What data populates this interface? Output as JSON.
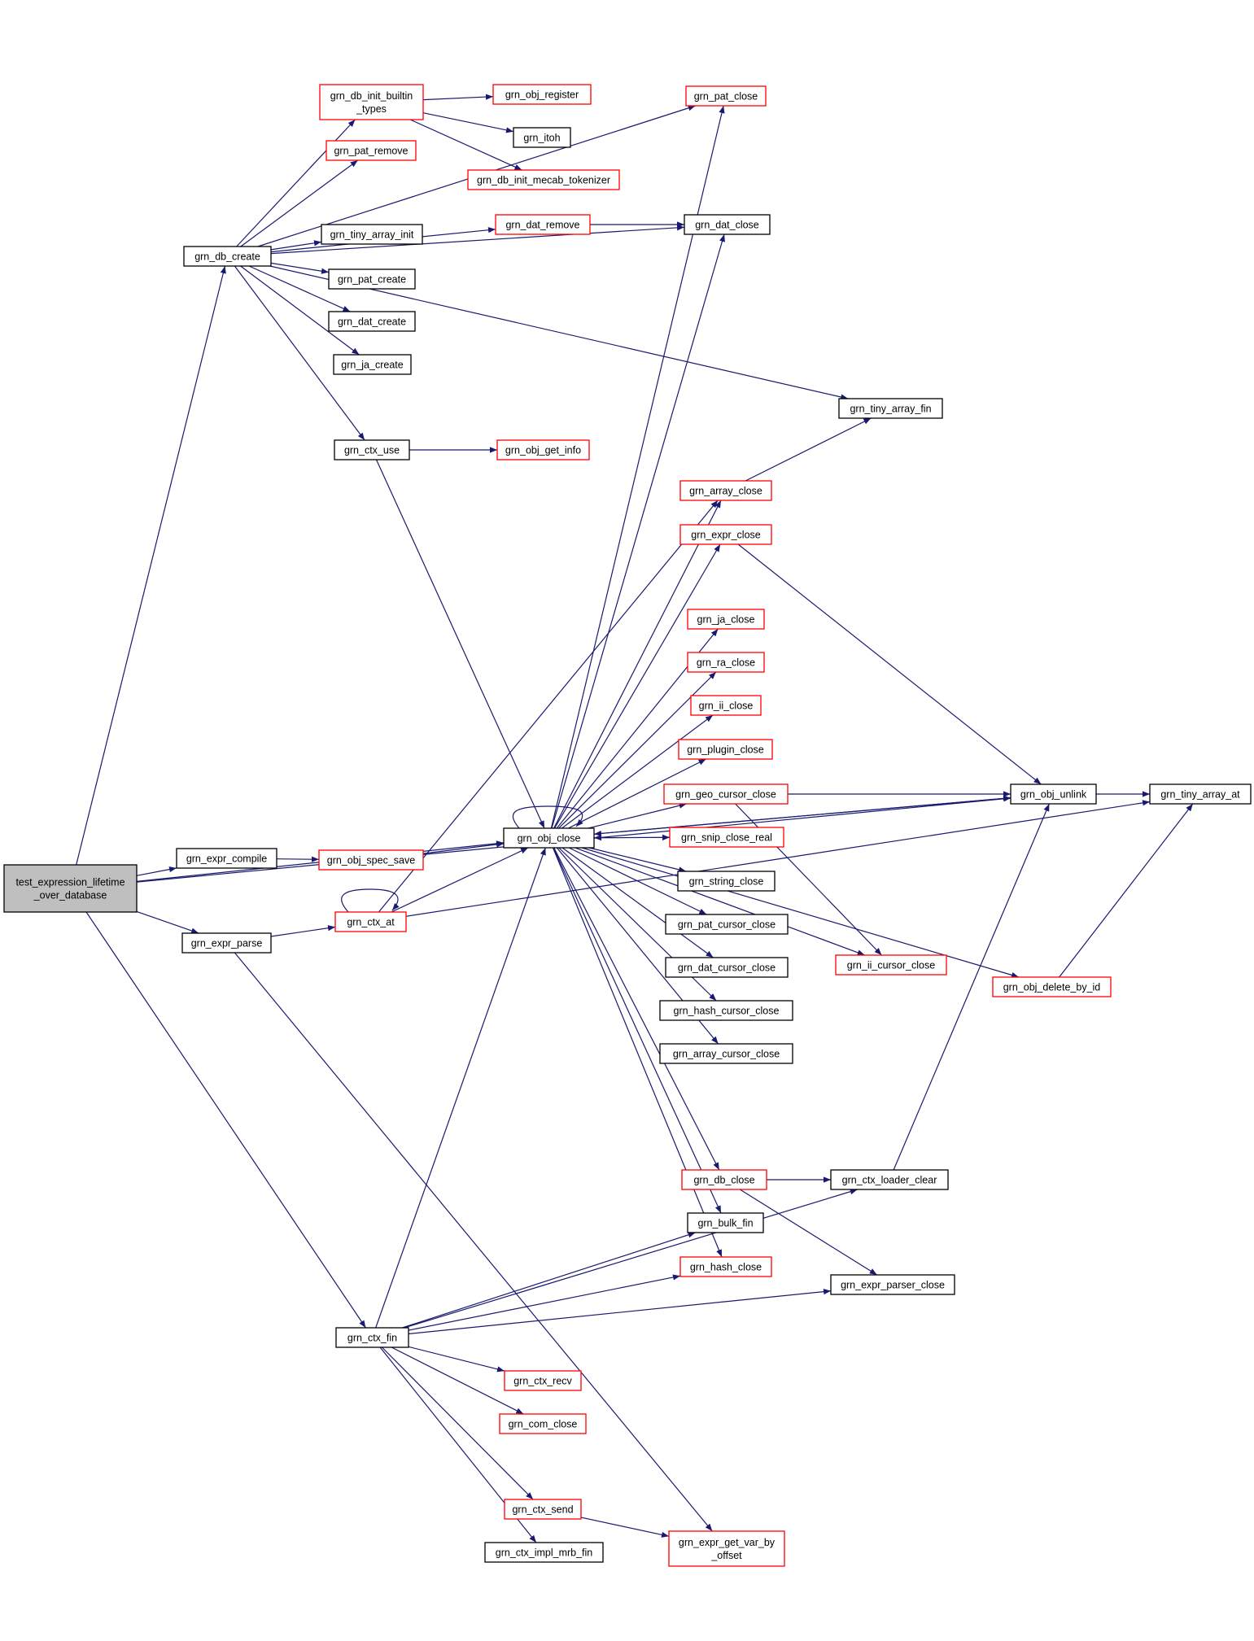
{
  "colors": {
    "edge": "#191970",
    "normal_border": "#000000",
    "truncated_border": "#ff0000",
    "root_fill": "#bfbfbf",
    "node_fill": "#ffffff"
  },
  "nodes": {
    "root": {
      "lines": [
        "test_expression_lifetime",
        "_over_database"
      ],
      "style": "root"
    },
    "db_create": {
      "lines": [
        "grn_db_create"
      ],
      "style": "normal"
    },
    "db_init_builtin": {
      "lines": [
        "grn_db_init_builtin",
        "_types"
      ],
      "style": "truncated"
    },
    "obj_register": {
      "lines": [
        "grn_obj_register"
      ],
      "style": "truncated"
    },
    "itoh": {
      "lines": [
        "grn_itoh"
      ],
      "style": "normal"
    },
    "mecab": {
      "lines": [
        "grn_db_init_mecab_tokenizer"
      ],
      "style": "truncated"
    },
    "pat_remove": {
      "lines": [
        "grn_pat_remove"
      ],
      "style": "truncated"
    },
    "pat_close": {
      "lines": [
        "grn_pat_close"
      ],
      "style": "truncated"
    },
    "dat_remove": {
      "lines": [
        "grn_dat_remove"
      ],
      "style": "truncated"
    },
    "dat_close": {
      "lines": [
        "grn_dat_close"
      ],
      "style": "normal"
    },
    "tiny_array_init": {
      "lines": [
        "grn_tiny_array_init"
      ],
      "style": "normal"
    },
    "pat_create": {
      "lines": [
        "grn_pat_create"
      ],
      "style": "normal"
    },
    "dat_create": {
      "lines": [
        "grn_dat_create"
      ],
      "style": "normal"
    },
    "ja_create": {
      "lines": [
        "grn_ja_create"
      ],
      "style": "normal"
    },
    "tiny_array_fin": {
      "lines": [
        "grn_tiny_array_fin"
      ],
      "style": "normal"
    },
    "ctx_use": {
      "lines": [
        "grn_ctx_use"
      ],
      "style": "normal"
    },
    "obj_get_info": {
      "lines": [
        "grn_obj_get_info"
      ],
      "style": "truncated"
    },
    "array_close": {
      "lines": [
        "grn_array_close"
      ],
      "style": "truncated"
    },
    "expr_close": {
      "lines": [
        "grn_expr_close"
      ],
      "style": "truncated"
    },
    "ja_close": {
      "lines": [
        "grn_ja_close"
      ],
      "style": "truncated"
    },
    "ra_close": {
      "lines": [
        "grn_ra_close"
      ],
      "style": "truncated"
    },
    "ii_close": {
      "lines": [
        "grn_ii_close"
      ],
      "style": "truncated"
    },
    "plugin_close": {
      "lines": [
        "grn_plugin_close"
      ],
      "style": "truncated"
    },
    "geo_cursor_close": {
      "lines": [
        "grn_geo_cursor_close"
      ],
      "style": "truncated"
    },
    "obj_unlink": {
      "lines": [
        "grn_obj_unlink"
      ],
      "style": "normal"
    },
    "tiny_array_at": {
      "lines": [
        "grn_tiny_array_at"
      ],
      "style": "normal"
    },
    "obj_close": {
      "lines": [
        "grn_obj_close"
      ],
      "style": "normal"
    },
    "snip_close_real": {
      "lines": [
        "grn_snip_close_real"
      ],
      "style": "truncated"
    },
    "expr_compile": {
      "lines": [
        "grn_expr_compile"
      ],
      "style": "normal"
    },
    "obj_spec_save": {
      "lines": [
        "grn_obj_spec_save"
      ],
      "style": "truncated"
    },
    "string_close": {
      "lines": [
        "grn_string_close"
      ],
      "style": "normal"
    },
    "ctx_at": {
      "lines": [
        "grn_ctx_at"
      ],
      "style": "truncated"
    },
    "pat_cursor_close": {
      "lines": [
        "grn_pat_cursor_close"
      ],
      "style": "normal"
    },
    "expr_parse": {
      "lines": [
        "grn_expr_parse"
      ],
      "style": "normal"
    },
    "dat_cursor_close": {
      "lines": [
        "grn_dat_cursor_close"
      ],
      "style": "normal"
    },
    "ii_cursor_close": {
      "lines": [
        "grn_ii_cursor_close"
      ],
      "style": "truncated"
    },
    "obj_delete_by_id": {
      "lines": [
        "grn_obj_delete_by_id"
      ],
      "style": "truncated"
    },
    "hash_cursor_close": {
      "lines": [
        "grn_hash_cursor_close"
      ],
      "style": "normal"
    },
    "array_cursor_close": {
      "lines": [
        "grn_array_cursor_close"
      ],
      "style": "normal"
    },
    "db_close": {
      "lines": [
        "grn_db_close"
      ],
      "style": "truncated"
    },
    "ctx_loader_clear": {
      "lines": [
        "grn_ctx_loader_clear"
      ],
      "style": "normal"
    },
    "bulk_fin": {
      "lines": [
        "grn_bulk_fin"
      ],
      "style": "normal"
    },
    "hash_close": {
      "lines": [
        "grn_hash_close"
      ],
      "style": "truncated"
    },
    "expr_parser_close": {
      "lines": [
        "grn_expr_parser_close"
      ],
      "style": "normal"
    },
    "ctx_fin": {
      "lines": [
        "grn_ctx_fin"
      ],
      "style": "normal"
    },
    "ctx_recv": {
      "lines": [
        "grn_ctx_recv"
      ],
      "style": "truncated"
    },
    "com_close": {
      "lines": [
        "grn_com_close"
      ],
      "style": "truncated"
    },
    "ctx_send": {
      "lines": [
        "grn_ctx_send"
      ],
      "style": "truncated"
    },
    "expr_get_var": {
      "lines": [
        "grn_expr_get_var_by",
        "_offset"
      ],
      "style": "truncated"
    },
    "ctx_impl_mrb_fin": {
      "lines": [
        "grn_ctx_impl_mrb_fin"
      ],
      "style": "normal"
    }
  },
  "edges": [
    [
      "root",
      "db_create"
    ],
    [
      "root",
      "obj_close"
    ],
    [
      "root",
      "expr_compile"
    ],
    [
      "root",
      "expr_parse"
    ],
    [
      "root",
      "ctx_fin"
    ],
    [
      "root",
      "obj_unlink"
    ],
    [
      "db_create",
      "db_init_builtin"
    ],
    [
      "db_create",
      "pat_remove"
    ],
    [
      "db_create",
      "pat_close"
    ],
    [
      "db_create",
      "dat_close"
    ],
    [
      "db_create",
      "dat_remove"
    ],
    [
      "db_create",
      "tiny_array_init"
    ],
    [
      "db_create",
      "pat_create"
    ],
    [
      "db_create",
      "dat_create"
    ],
    [
      "db_create",
      "ja_create"
    ],
    [
      "db_create",
      "tiny_array_fin"
    ],
    [
      "db_create",
      "ctx_use"
    ],
    [
      "db_init_builtin",
      "obj_register"
    ],
    [
      "db_init_builtin",
      "itoh"
    ],
    [
      "db_init_builtin",
      "mecab"
    ],
    [
      "dat_remove",
      "dat_close"
    ],
    [
      "ctx_use",
      "obj_get_info"
    ],
    [
      "ctx_use",
      "obj_close"
    ],
    [
      "expr_compile",
      "obj_spec_save"
    ],
    [
      "obj_spec_save",
      "obj_close"
    ],
    [
      "expr_parse",
      "ctx_at"
    ],
    [
      "expr_parse",
      "expr_get_var"
    ],
    [
      "ctx_at",
      "ctx_at"
    ],
    [
      "ctx_at",
      "obj_close"
    ],
    [
      "ctx_at",
      "array_close"
    ],
    [
      "ctx_at",
      "tiny_array_at"
    ],
    [
      "obj_close",
      "obj_close"
    ],
    [
      "obj_close",
      "pat_close"
    ],
    [
      "obj_close",
      "dat_close"
    ],
    [
      "obj_close",
      "array_close"
    ],
    [
      "obj_close",
      "expr_close"
    ],
    [
      "obj_close",
      "ja_close"
    ],
    [
      "obj_close",
      "ra_close"
    ],
    [
      "obj_close",
      "ii_close"
    ],
    [
      "obj_close",
      "plugin_close"
    ],
    [
      "obj_close",
      "geo_cursor_close"
    ],
    [
      "obj_close",
      "snip_close_real"
    ],
    [
      "obj_close",
      "string_close"
    ],
    [
      "obj_close",
      "pat_cursor_close"
    ],
    [
      "obj_close",
      "dat_cursor_close"
    ],
    [
      "obj_close",
      "hash_cursor_close"
    ],
    [
      "obj_close",
      "array_cursor_close"
    ],
    [
      "obj_close",
      "ii_cursor_close"
    ],
    [
      "obj_close",
      "obj_delete_by_id"
    ],
    [
      "obj_close",
      "db_close"
    ],
    [
      "obj_close",
      "bulk_fin"
    ],
    [
      "obj_close",
      "hash_close"
    ],
    [
      "obj_close",
      "obj_unlink"
    ],
    [
      "array_close",
      "tiny_array_fin"
    ],
    [
      "expr_close",
      "obj_unlink"
    ],
    [
      "geo_cursor_close",
      "obj_unlink"
    ],
    [
      "geo_cursor_close",
      "ii_cursor_close"
    ],
    [
      "snip_close_real",
      "obj_close"
    ],
    [
      "obj_unlink",
      "tiny_array_at"
    ],
    [
      "obj_unlink",
      "obj_close"
    ],
    [
      "obj_delete_by_id",
      "tiny_array_at"
    ],
    [
      "db_close",
      "ctx_loader_clear"
    ],
    [
      "db_close",
      "expr_parser_close"
    ],
    [
      "ctx_loader_clear",
      "obj_unlink"
    ],
    [
      "ctx_fin",
      "obj_close"
    ],
    [
      "ctx_fin",
      "ctx_loader_clear"
    ],
    [
      "ctx_fin",
      "bulk_fin"
    ],
    [
      "ctx_fin",
      "hash_close"
    ],
    [
      "ctx_fin",
      "expr_parser_close"
    ],
    [
      "ctx_fin",
      "ctx_recv"
    ],
    [
      "ctx_fin",
      "com_close"
    ],
    [
      "ctx_fin",
      "ctx_send"
    ],
    [
      "ctx_fin",
      "ctx_impl_mrb_fin"
    ],
    [
      "ctx_send",
      "expr_get_var"
    ]
  ]
}
